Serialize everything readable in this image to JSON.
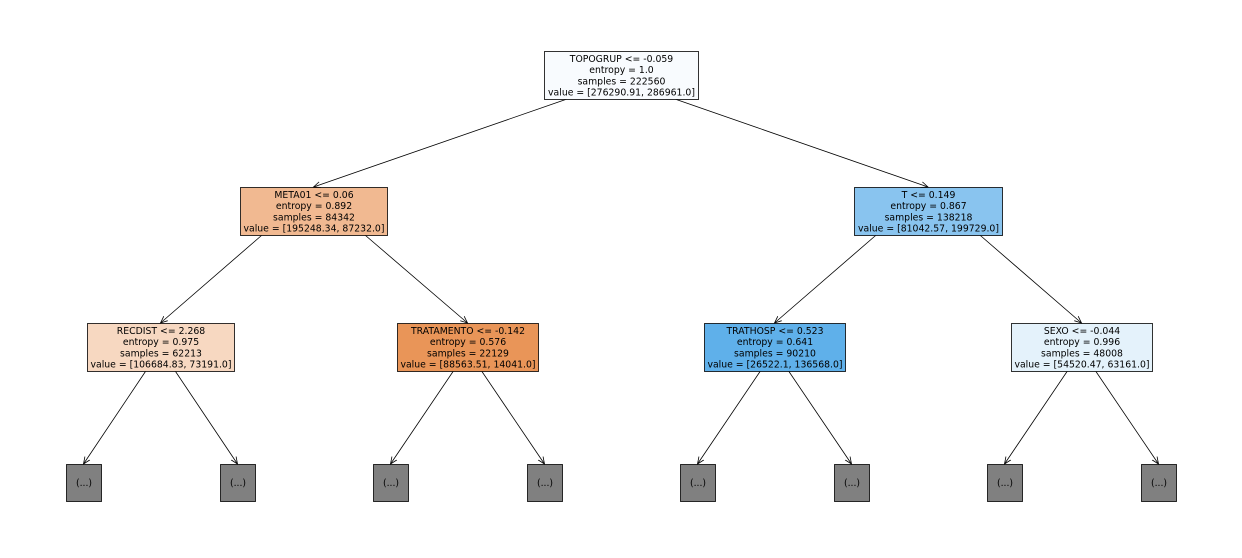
{
  "tree": {
    "nodes": [
      {
        "id": "root",
        "lines": [
          "TOPOGRUP <= -0.059",
          "entropy = 1.0",
          "samples = 222560",
          "value = [276290.91, 286961.0]"
        ],
        "fill": "#f8fbfe"
      },
      {
        "id": "meta01",
        "lines": [
          "META01 <= 0.06",
          "entropy = 0.892",
          "samples = 84342",
          "value = [195248.34, 87232.0]"
        ],
        "fill": "#f1b991"
      },
      {
        "id": "t",
        "lines": [
          "T <= 0.149",
          "entropy = 0.867",
          "samples = 138218",
          "value = [81042.57, 199729.0]"
        ],
        "fill": "#89c4ef"
      },
      {
        "id": "recdist",
        "lines": [
          "RECDIST <= 2.268",
          "entropy = 0.975",
          "samples = 62213",
          "value = [106684.83, 73191.0]"
        ],
        "fill": "#f7d8c1"
      },
      {
        "id": "tratamento",
        "lines": [
          "TRATAMENTO <= -0.142",
          "entropy = 0.576",
          "samples = 22129",
          "value = [88563.51, 14041.0]"
        ],
        "fill": "#e99558"
      },
      {
        "id": "trathosp",
        "lines": [
          "TRATHOSP <= 0.523",
          "entropy = 0.641",
          "samples = 90210",
          "value = [26522.1, 136568.0]"
        ],
        "fill": "#5fb0ea"
      },
      {
        "id": "sexo",
        "lines": [
          "SEXO <= -0.044",
          "entropy = 0.996",
          "samples = 48008",
          "value = [54520.47, 63161.0]"
        ],
        "fill": "#e4f2fb"
      }
    ],
    "leaves": [
      {
        "parent": "recdist",
        "label": "(...)"
      },
      {
        "parent": "recdist",
        "label": "(...)"
      },
      {
        "parent": "tratamento",
        "label": "(...)"
      },
      {
        "parent": "tratamento",
        "label": "(...)"
      },
      {
        "parent": "trathosp",
        "label": "(...)"
      },
      {
        "parent": "trathosp",
        "label": "(...)"
      },
      {
        "parent": "sexo",
        "label": "(...)"
      },
      {
        "parent": "sexo",
        "label": "(...)"
      }
    ],
    "leaf_fill": "#808080",
    "edges": [
      [
        "root",
        "meta01"
      ],
      [
        "root",
        "t"
      ],
      [
        "meta01",
        "recdist"
      ],
      [
        "meta01",
        "tratamento"
      ],
      [
        "t",
        "trathosp"
      ],
      [
        "t",
        "sexo"
      ]
    ]
  }
}
